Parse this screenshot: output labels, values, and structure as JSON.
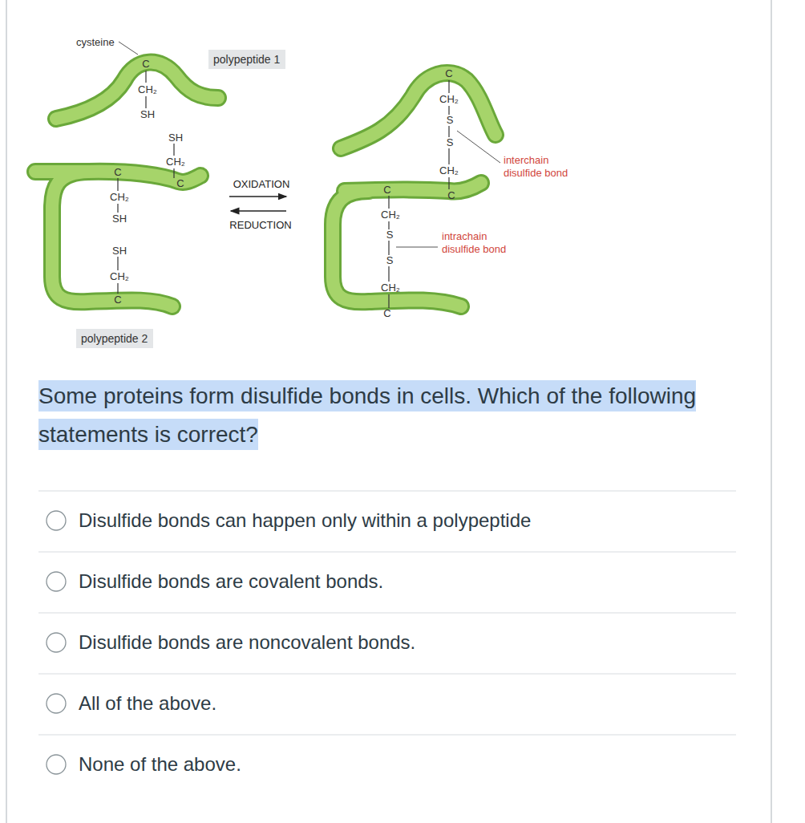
{
  "diagram": {
    "nodes": [
      {
        "text": [
          "polypeptide 1"
        ]
      },
      {
        "text": [
          "polypeptide 2"
        ]
      },
      {
        "text": [
          "Some proteins form disulfide bonds in cells. Which of the following statements is correct?"
        ]
      }
    ],
    "labels": [
      "cysteine",
      "C",
      "CH₂",
      "SH",
      "SH",
      "CH₂",
      "C",
      "C",
      "CH₂",
      "SH",
      "SH",
      "CH₂",
      "C",
      "OXIDATION",
      "REDUCTION",
      "C",
      "CH₂",
      "S",
      "S",
      "CH₂",
      "C",
      "interchain disulfide bond",
      "C",
      "CH₂",
      "S",
      "S",
      "CH₂",
      "C",
      "intrachain disulfide bond",
      "Disulfide bonds can happen only within a polypeptide",
      "Disulfide bonds are covalent bonds.",
      "Disulfide bonds are noncovalent bonds.",
      "All of the above.",
      "None of the above."
    ]
  }
}
